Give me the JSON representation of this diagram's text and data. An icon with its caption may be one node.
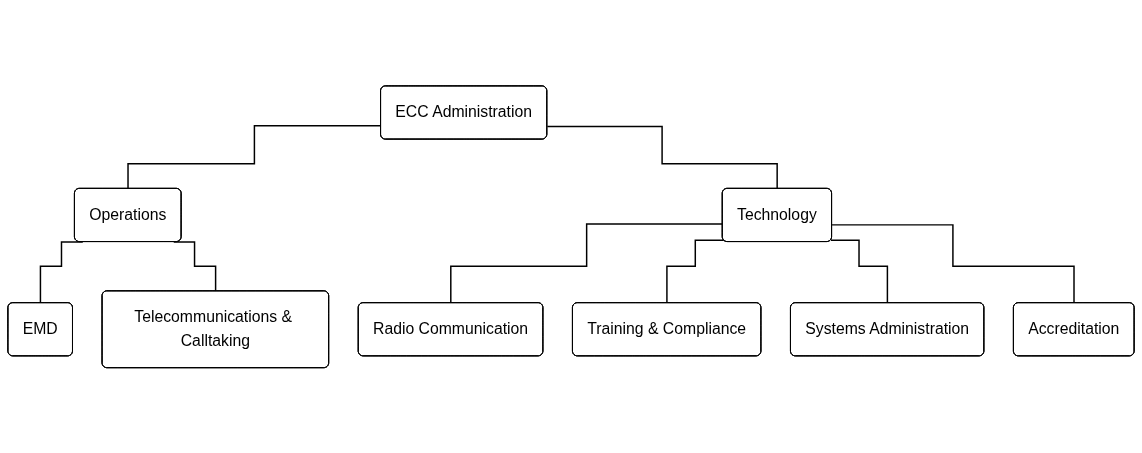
{
  "diagram": {
    "nodes": [
      {
        "text": [
          "ECC Administration"
        ]
      },
      {
        "text": [
          "Operations"
        ]
      },
      {
        "text": [
          "Technology"
        ]
      },
      {
        "text": [
          "EMD"
        ]
      },
      {
        "text": [
          "Telecommunications & Calltaking"
        ]
      },
      {
        "text": [
          "Radio Communication"
        ]
      },
      {
        "text": [
          "Training & Compliance"
        ]
      },
      {
        "text": [
          "Systems Administration"
        ]
      },
      {
        "text": [
          "Accreditation"
        ]
      }
    ],
    "edges": [
      {
        "from": 0,
        "to": 1,
        "arrow": "none"
      },
      {
        "from": 0,
        "to": 2,
        "arrow": "none"
      },
      {
        "from": 1,
        "to": 3,
        "arrow": "none"
      },
      {
        "from": 1,
        "to": 4,
        "arrow": "none"
      },
      {
        "from": 2,
        "to": 5,
        "arrow": "none"
      },
      {
        "from": 2,
        "to": 6,
        "arrow": "none"
      },
      {
        "from": 2,
        "to": 7,
        "arrow": "none"
      },
      {
        "from": 2,
        "to": 8,
        "arrow": "none"
      }
    ]
  }
}
